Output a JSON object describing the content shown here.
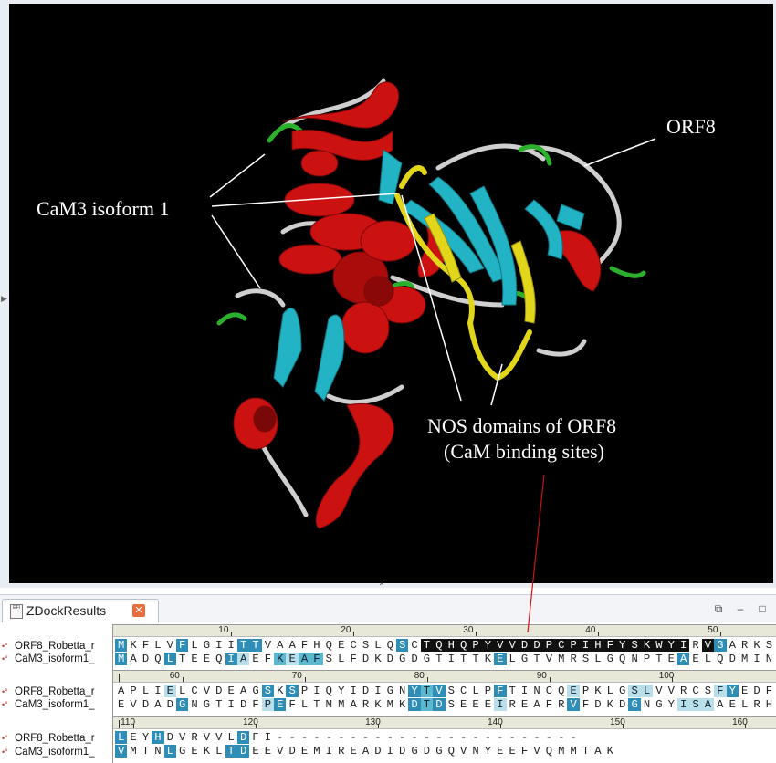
{
  "viewer": {
    "labels": {
      "cam3": "CaM3 isoform 1",
      "orf8": "ORF8",
      "nos_line1": "NOS domains of ORF8",
      "nos_line2": "(CaM binding sites)"
    },
    "colors": {
      "background": "#000000",
      "helix": "#cc1111",
      "strand": "#22b4c4",
      "nos_domain": "#e2d61a",
      "turn": "#2bb02b",
      "coil": "#cfcfcf"
    }
  },
  "panel": {
    "tab_label": "ZDockResults",
    "tab_icon_text": "EFI",
    "controls": [
      "restore-icon",
      "minimize-icon",
      "maximize-icon"
    ]
  },
  "alignment": {
    "names": [
      "ORF8_Robetta_r",
      "CaM3_isoform1_"
    ],
    "blocks": [
      {
        "ruler": [
          "10",
          "20",
          "30",
          "40",
          "50"
        ],
        "seq1": "MKFLVFLGIITTVAAFHQECSLQSCTQHQPYVVDDPCPIHFYSKWYIRVGARKS",
        "seq2": "MADQLTEEQIAEFKEAFSLFDKDGDGTITTKELGTVMRSLGQNPTEAELQDMIN"
      },
      {
        "ruler": [
          "60",
          "70",
          "80",
          "90",
          "100"
        ],
        "seq1": "APLIELCVDEAGSKSPIQYIDIGNYTVSCLPFTINCQEPKLGSLVVRCSFYEDF",
        "seq2": "EVDADGNGTIDFPEFLTMMARKMKDTDSEEEIREAFRVFDKDGNGYISAAELRH"
      },
      {
        "ruler": [
          "110",
          "120",
          "130",
          "140",
          "150",
          "160"
        ],
        "seq1": "LEYHDVRVVLDFI-------------------------",
        "seq2": "VMTNLGEKLTDEEVDEMIREADIDGDGQVNYEEFVQMMTAK"
      }
    ]
  }
}
